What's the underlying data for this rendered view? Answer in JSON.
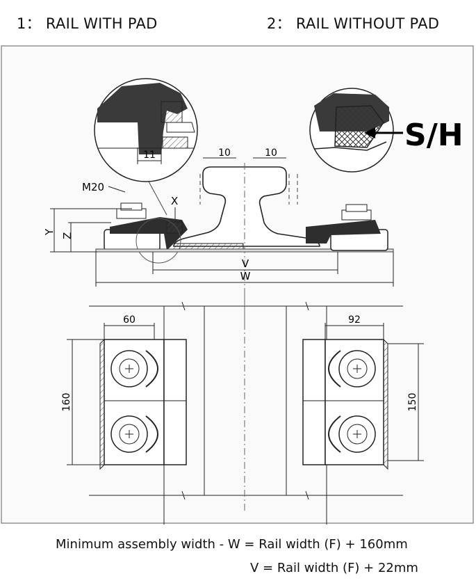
{
  "headers": {
    "left": "1： RAIL WITH PAD",
    "right": "2： RAIL WITHOUT PAD"
  },
  "detail_left": {
    "dimension": "11"
  },
  "detail_right": {
    "label": "S/H"
  },
  "section": {
    "top_dim_left": "10",
    "top_dim_right": "10",
    "bolt_label": "M20",
    "x_label": "X",
    "y_label": "Y",
    "z_label": "Z",
    "v_label": "V",
    "w_label": "W"
  },
  "plan": {
    "width_left": "60",
    "width_right": "92",
    "height_left": "160",
    "height_right": "150"
  },
  "formulas": {
    "line1": "Minimum assembly width - W = Rail width (F) + 160mm",
    "line2": "V = Rail width (F) + 22mm"
  }
}
